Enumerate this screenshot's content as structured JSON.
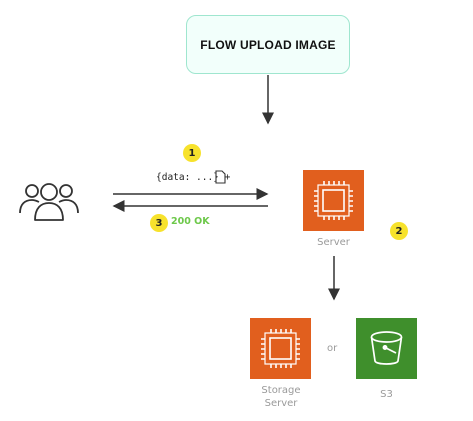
{
  "title": "FLOW UPLOAD IMAGE",
  "request": {
    "step": "1",
    "label": "{data: ...} +"
  },
  "response": {
    "step": "3",
    "label": "200 OK"
  },
  "server": {
    "step": "2",
    "label": "Server"
  },
  "storage": {
    "label_line1": "Storage",
    "label_line2": "Server"
  },
  "s3": {
    "label": "S3"
  },
  "or_text": "or",
  "colors": {
    "badge": "#f7e22c",
    "compute_orange": "#e15f1e",
    "s3_green": "#3f8f2c",
    "ok_green": "#6dc84a",
    "title_border": "#9fe6cf"
  },
  "icons": [
    "users-icon",
    "ec2-chip-icon",
    "s3-bucket-icon",
    "file-icon"
  ]
}
